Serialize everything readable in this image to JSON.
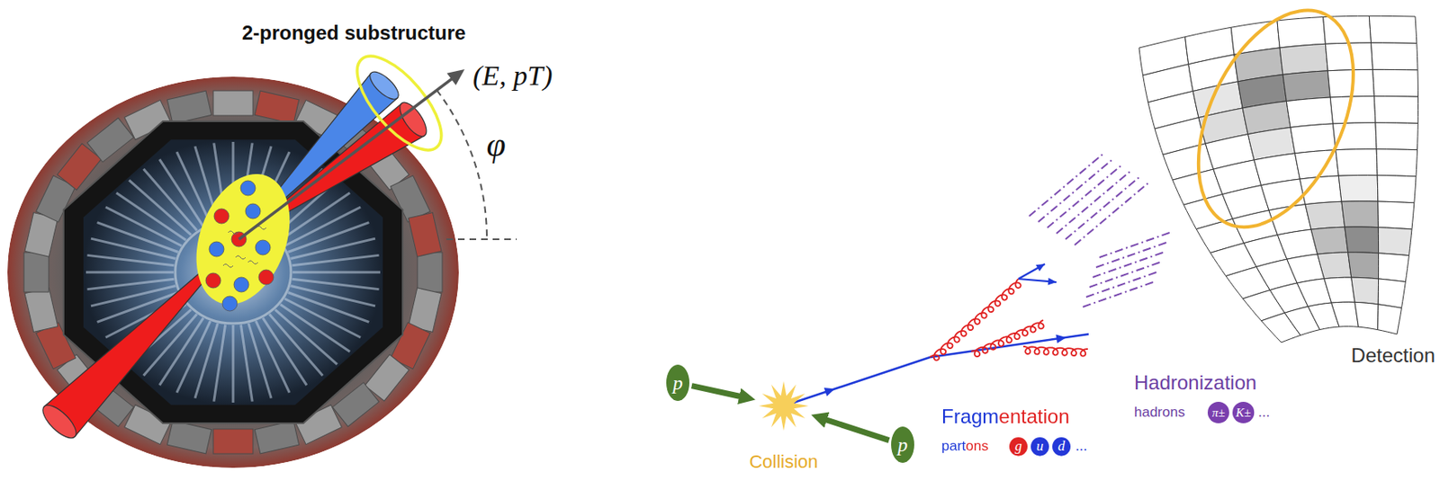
{
  "diagram": {
    "nodes": [
      {
        "text": [
          "p"
        ]
      },
      {
        "text": [
          "Collision"
        ]
      },
      {
        "text": [
          "p"
        ]
      },
      {
        "text": [
          "g"
        ]
      },
      {
        "text": [
          "u"
        ]
      },
      {
        "text": [
          "d"
        ]
      },
      {
        "text": [
          "π±"
        ]
      },
      {
        "text": [
          "K±"
        ]
      }
    ],
    "edges": [
      {
        "from": 0,
        "to": 1,
        "arrow": "to"
      },
      {
        "from": 2,
        "to": 1,
        "arrow": "to"
      }
    ],
    "labels": [
      "2-pronged substructure",
      "(E, pT)",
      "φ",
      "Fragmentation",
      "partons",
      "...",
      "Hadronization",
      "hadrons",
      "...",
      "Detection"
    ]
  }
}
